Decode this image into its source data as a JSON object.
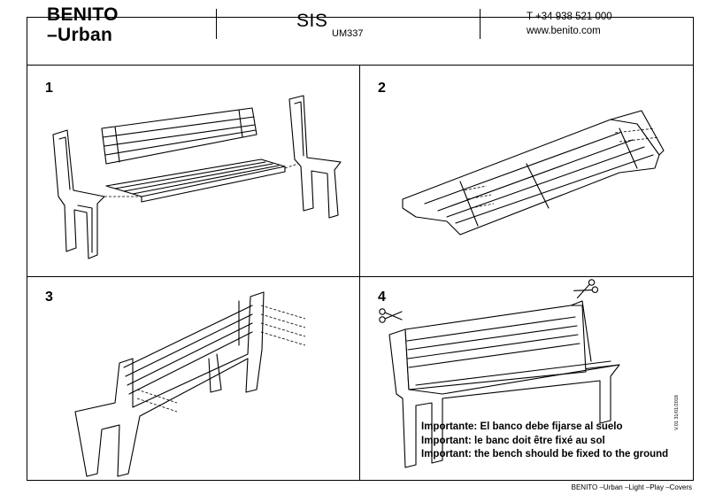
{
  "header": {
    "brand_line1": "BENITO",
    "brand_line2": "–Urban",
    "model_name": "SIS",
    "model_code": "UM337",
    "phone": "T +34 938 521 000",
    "website": "www.benito.com"
  },
  "steps": [
    {
      "number": "1"
    },
    {
      "number": "2"
    },
    {
      "number": "3"
    },
    {
      "number": "4"
    }
  ],
  "notice": {
    "es": "Importante: El banco debe fijarse al suelo",
    "fr": "Important: le banc doit être fixé au sol",
    "en": "Important: the bench should be fixed to the ground"
  },
  "version": "V.01 31/01/2018",
  "footer": "BENITO –Urban –Light –Play –Covers",
  "colors": {
    "ink": "#000000",
    "paper": "#ffffff"
  }
}
